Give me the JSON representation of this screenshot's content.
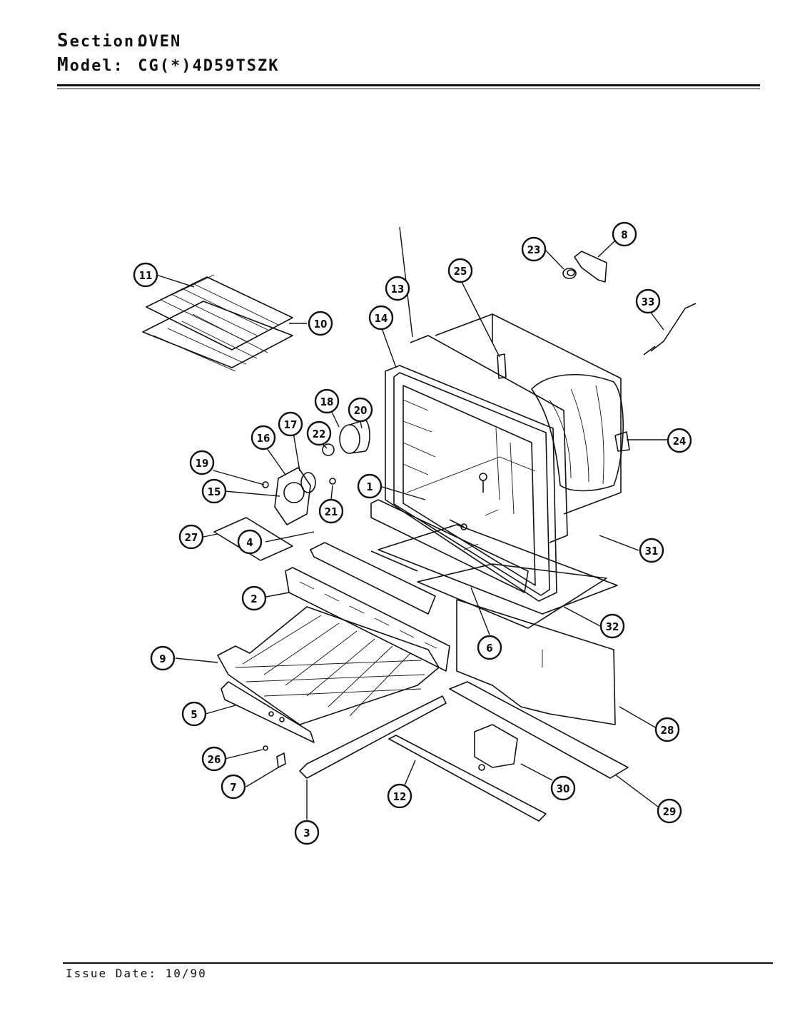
{
  "header": {
    "section_label": "Section:",
    "section_value": "OVEN",
    "model_label": "Model:",
    "model_value": "CG(*)4D59TSZK"
  },
  "footer": {
    "issue_date": "Issue Date: 10/90"
  },
  "callouts": [
    "1",
    "2",
    "3",
    "4",
    "5",
    "6",
    "7",
    "8",
    "9",
    "10",
    "11",
    "12",
    "13",
    "14",
    "15",
    "16",
    "17",
    "18",
    "19",
    "20",
    "21",
    "22",
    "23",
    "24",
    "25",
    "26",
    "27",
    "28",
    "29",
    "30",
    "31",
    "32",
    "33"
  ]
}
